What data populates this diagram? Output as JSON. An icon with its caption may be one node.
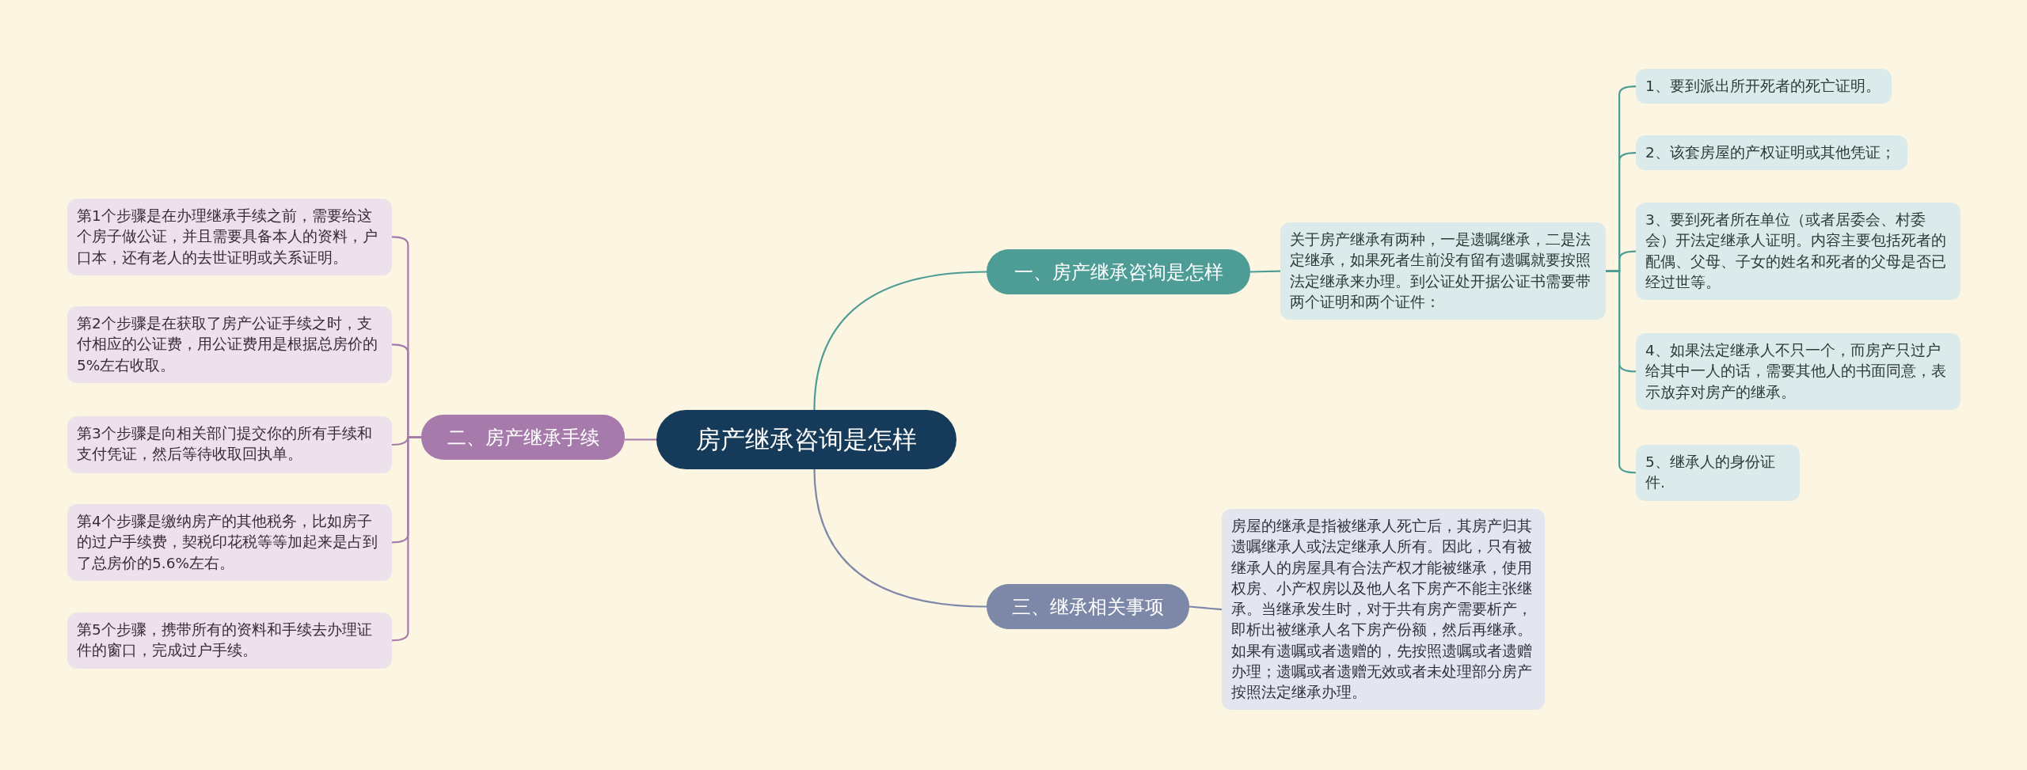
{
  "diagram": {
    "nodes": [
      {
        "text": [
          "房产继承咨询是怎样"
        ]
      },
      {
        "text": [
          "一、房产继承咨询是怎样"
        ]
      },
      {
        "text": [
          "关于房产继承有两种，一是遗嘱继承，二是法定继承，如果死者生前没有留有遗嘱就要按照法定继承来办理。到公证处开据公证书需要带两个证明和两个证件："
        ]
      },
      {
        "text": [
          "1、要到派出所开死者的死亡证明。"
        ]
      },
      {
        "text": [
          "2、该套房屋的产权证明或其他凭证；"
        ]
      },
      {
        "text": [
          "3、要到死者所在单位（或者居委会、村委会）开法定继承人证明。内容主要包括死者的配偶、父母、子女的姓名和死者的父母是否已经过世等。"
        ]
      },
      {
        "text": [
          "4、如果法定继承人不只一个，而房产只过户给其中一人的话，需要其他人的书面同意，表示放弃对房产的继承。"
        ]
      },
      {
        "text": [
          "5、继承人的身份证件."
        ]
      },
      {
        "text": [
          "二、房产继承手续"
        ]
      },
      {
        "text": [
          "第1个步骤是在办理继承手续之前，需要给这个房子做公证，并且需要具备本人的资料，户口本，还有老人的去世证明或关系证明。"
        ]
      },
      {
        "text": [
          "第2个步骤是在获取了房产公证手续之时，支付相应的公证费，用公证费用是根据总房价的5%左右收取。"
        ]
      },
      {
        "text": [
          "第3个步骤是向相关部门提交你的所有手续和支付凭证，然后等待收取回执单。"
        ]
      },
      {
        "text": [
          "第4个步骤是缴纳房产的其他税务，比如房子的过户手续费，契税印花税等等加起来是占到了总房价的5.6%左右。"
        ]
      },
      {
        "text": [
          "第5个步骤，携带所有的资料和手续去办理证件的窗口，完成过户手续。"
        ]
      },
      {
        "text": [
          "三、继承相关事项"
        ]
      },
      {
        "text": [
          "房屋的继承是指被继承人死亡后，其房产归其遗嘱继承人或法定继承人所有。因此，只有被继承人的房屋具有合法产权才能被继承，使用权房、小产权房以及他人名下房产不能主张继承。当继承发生时，对于共有房产需要析产，即析出被继承人名下房产份额，然后再继承。如果有遗嘱或者遗赠的，先按照遗嘱或者遗赠办理；遗嘱或者遗赠无效或者未处理部分房产按照法定继承办理。"
        ]
      }
    ],
    "edges": [
      {
        "from": 0,
        "to": 1,
        "arrow": "none"
      },
      {
        "from": 1,
        "to": 2,
        "arrow": "none"
      },
      {
        "from": 2,
        "to": 3,
        "arrow": "none"
      },
      {
        "from": 2,
        "to": 4,
        "arrow": "none"
      },
      {
        "from": 2,
        "to": 5,
        "arrow": "none"
      },
      {
        "from": 2,
        "to": 6,
        "arrow": "none"
      },
      {
        "from": 2,
        "to": 7,
        "arrow": "none"
      },
      {
        "from": 0,
        "to": 8,
        "arrow": "none",
        "color": "#a67aaa"
      },
      {
        "from": 8,
        "to": 9,
        "arrow": "none",
        "color": "#a67aaa"
      },
      {
        "from": 8,
        "to": 10,
        "arrow": "none",
        "color": "#a67aaa"
      },
      {
        "from": 8,
        "to": 11,
        "arrow": "none",
        "color": "#a67aaa"
      },
      {
        "from": 8,
        "to": 12,
        "arrow": "none",
        "color": "#a67aaa"
      },
      {
        "from": 8,
        "to": 13,
        "arrow": "none",
        "color": "#a67aaa"
      },
      {
        "from": 0,
        "to": 14,
        "arrow": "none",
        "color": "#7d88a8"
      },
      {
        "from": 14,
        "to": 15,
        "arrow": "none",
        "color": "#7d88a8"
      }
    ]
  }
}
